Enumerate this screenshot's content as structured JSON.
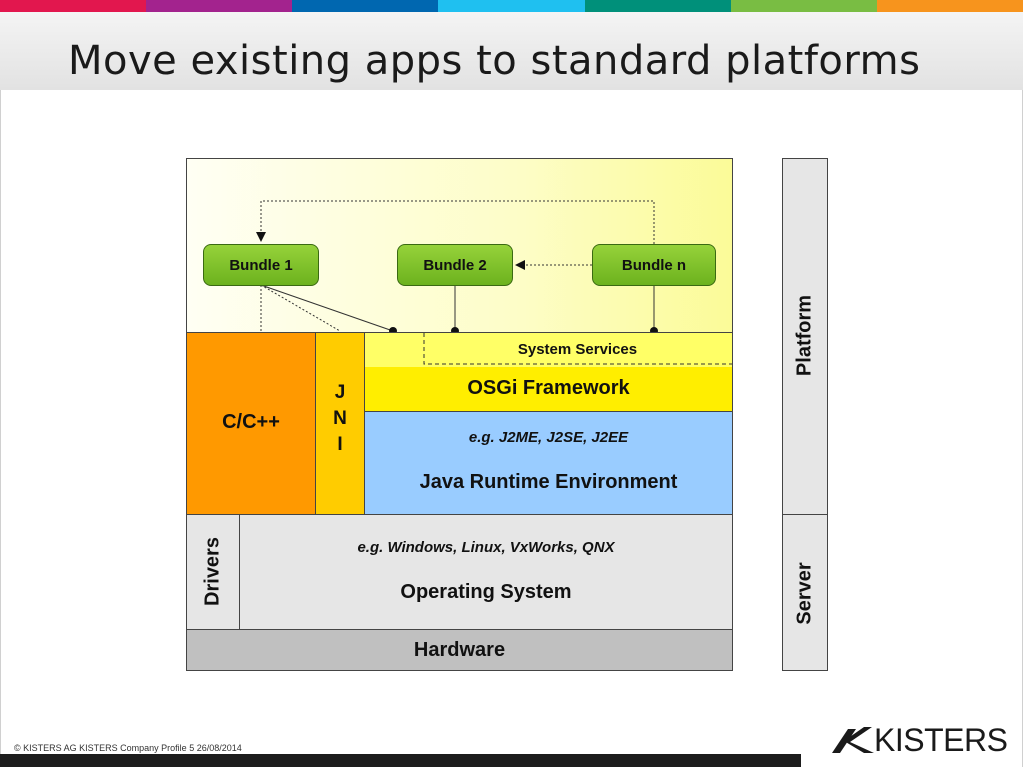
{
  "slide": {
    "title": "Move existing apps to standard platforms",
    "color_stripes": [
      "#e2174e",
      "#a3238e",
      "#0067b0",
      "#1fc0f0",
      "#00907a",
      "#79bd43",
      "#f7941d"
    ]
  },
  "diagram": {
    "bundles": [
      {
        "label": "Bundle  1"
      },
      {
        "label": "Bundle  2"
      },
      {
        "label": "Bundle  n"
      }
    ],
    "system_services": "System Services",
    "osgi_framework": "OSGi Framework",
    "jre_examples": "e.g. J2ME, J2SE, J2EE",
    "jre": "Java Runtime Environment",
    "cpp": "C/C++",
    "jni": [
      "J",
      "N",
      "I"
    ],
    "drivers": "Drivers",
    "os_examples": "e.g. Windows, Linux, VxWorks, QNX",
    "os": "Operating System",
    "hardware": "Hardware",
    "side_labels": {
      "platform": "Platform",
      "server": "Server"
    }
  },
  "footer": {
    "copyright": "© KISTERS AG   KISTERS Company Profile    5    26/08/2014",
    "logo_text": "KISTERS"
  }
}
